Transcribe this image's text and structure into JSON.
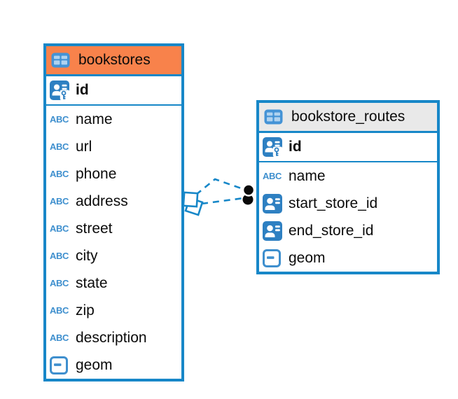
{
  "diagram": {
    "background": "#ffffff",
    "accent_blue": "#1787C8",
    "icon_blue": "#2E80C2",
    "icon_blue_light": "#4493D6",
    "abc_blue": "#3E8FCE",
    "text_color": "#0b0b0b",
    "connector_style": "dashed"
  },
  "icons": {
    "abc_label": "ABC"
  },
  "tables": [
    {
      "name": "bookstores",
      "header_bg": "#F8824B",
      "columns": [
        {
          "name": "id",
          "type": "primary-key"
        },
        {
          "name": "name",
          "type": "text"
        },
        {
          "name": "url",
          "type": "text"
        },
        {
          "name": "phone",
          "type": "text"
        },
        {
          "name": "address",
          "type": "text"
        },
        {
          "name": "street",
          "type": "text"
        },
        {
          "name": "city",
          "type": "text"
        },
        {
          "name": "state",
          "type": "text"
        },
        {
          "name": "zip",
          "type": "text"
        },
        {
          "name": "description",
          "type": "text"
        },
        {
          "name": "geom",
          "type": "geometry"
        }
      ]
    },
    {
      "name": "bookstore_routes",
      "header_bg": "#E9E9E9",
      "columns": [
        {
          "name": "id",
          "type": "primary-key"
        },
        {
          "name": "name",
          "type": "text"
        },
        {
          "name": "start_store_id",
          "type": "reference"
        },
        {
          "name": "end_store_id",
          "type": "reference"
        },
        {
          "name": "geom",
          "type": "geometry"
        }
      ]
    }
  ],
  "relationship": {
    "from_table": "bookstore_routes",
    "to_table": "bookstores",
    "line_style": "dashed",
    "line_count": 2,
    "source_marker": "double-diamond",
    "target_marker": "double-dot"
  }
}
